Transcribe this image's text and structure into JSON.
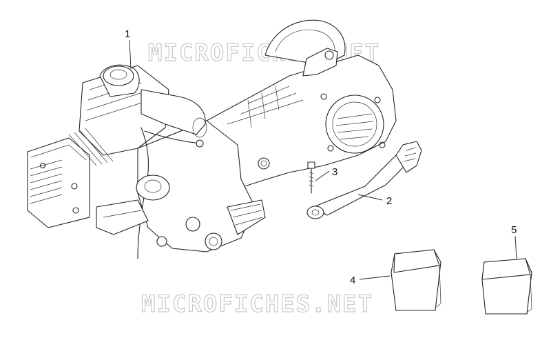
{
  "watermark": {
    "top": "MICROFICHES.NET",
    "bottom": "MICROFICHES.NET"
  },
  "callouts": [
    "1",
    "2",
    "3",
    "4",
    "5"
  ]
}
